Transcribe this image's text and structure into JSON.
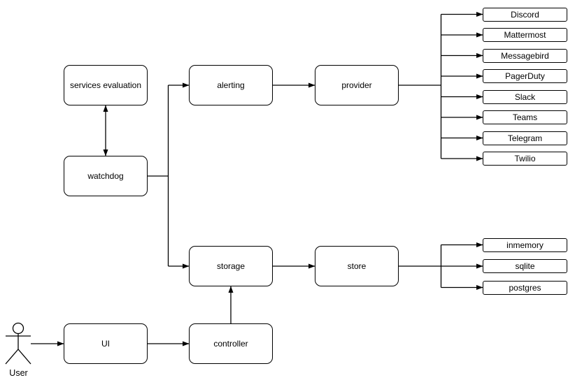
{
  "nodes": {
    "services_evaluation": "services evaluation",
    "watchdog": "watchdog",
    "alerting": "alerting",
    "provider": "provider",
    "storage": "storage",
    "store": "store",
    "ui": "UI",
    "controller": "controller"
  },
  "actor_label": "User",
  "providers": [
    "Discord",
    "Mattermost",
    "Messagebird",
    "PagerDuty",
    "Slack",
    "Teams",
    "Telegram",
    "Twilio"
  ],
  "stores": [
    "inmemory",
    "sqlite",
    "postgres"
  ],
  "colors": {
    "stroke": "#000000",
    "fill": "#ffffff",
    "text": "#000000",
    "background": "#ffffff"
  }
}
